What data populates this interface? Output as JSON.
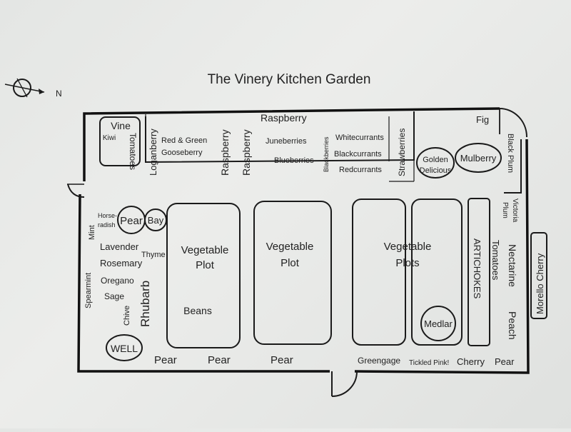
{
  "title": "The Vinery Kitchen Garden",
  "compass_label": "N",
  "labels": {
    "vine": "Vine",
    "kiwi": "Kiwi",
    "tomatoes_top": "Tomatoes",
    "loganberry": "Loganberry",
    "red_green": "Red & Green",
    "gooseberry": "Gooseberry",
    "raspberry_v1": "Raspberry",
    "raspberry_v2": "Raspberry",
    "raspberry_top": "Raspberry",
    "juneberries": "Juneberries",
    "blueberries": "Blueberries",
    "blackberries": "Blackberries",
    "whitecurrants": "Whitecurrants",
    "blackcurrants": "Blackcurrants",
    "redcurrants": "Redcurrants",
    "strawberries": "Strawberries",
    "fig": "Fig",
    "golden": "Golden",
    "delicious": "Delicious",
    "mulberry": "Mulberry",
    "black_plum": "Black Plum",
    "victoria": "Victoria",
    "plum": "Plum",
    "horse": "Horse-",
    "radish": "radish",
    "mint": "Mint",
    "pear_circle": "Pear",
    "bay": "Bay",
    "lavender": "Lavender",
    "thyme": "Thyme",
    "rosemary": "Rosemary",
    "oregano": "Oregano",
    "sage": "Sage",
    "spearmint": "Spearmint",
    "chive": "Chive",
    "rhubarb": "Rhubarb",
    "well": "WELL",
    "veg_plot_1a": "Vegetable",
    "veg_plot_1b": "Plot",
    "beans": "Beans",
    "veg_plot_2a": "Vegetable",
    "veg_plot_2b": "Plot",
    "veg_plots_a": "Vegetable",
    "veg_plots_b": "Plots",
    "medlar": "Medlar",
    "artichokes": "ARTICHOKES",
    "tomatoes_right": "Tomatoes",
    "nectarine": "Nectarine",
    "peach": "Peach",
    "morello_cherry": "Morello Cherry",
    "pear_b1": "Pear",
    "pear_b2": "Pear",
    "pear_b3": "Pear",
    "greengage": "Greengage",
    "tickled_pink": "Tickled Pink!",
    "cherry": "Cherry",
    "pear_b4": "Pear"
  }
}
